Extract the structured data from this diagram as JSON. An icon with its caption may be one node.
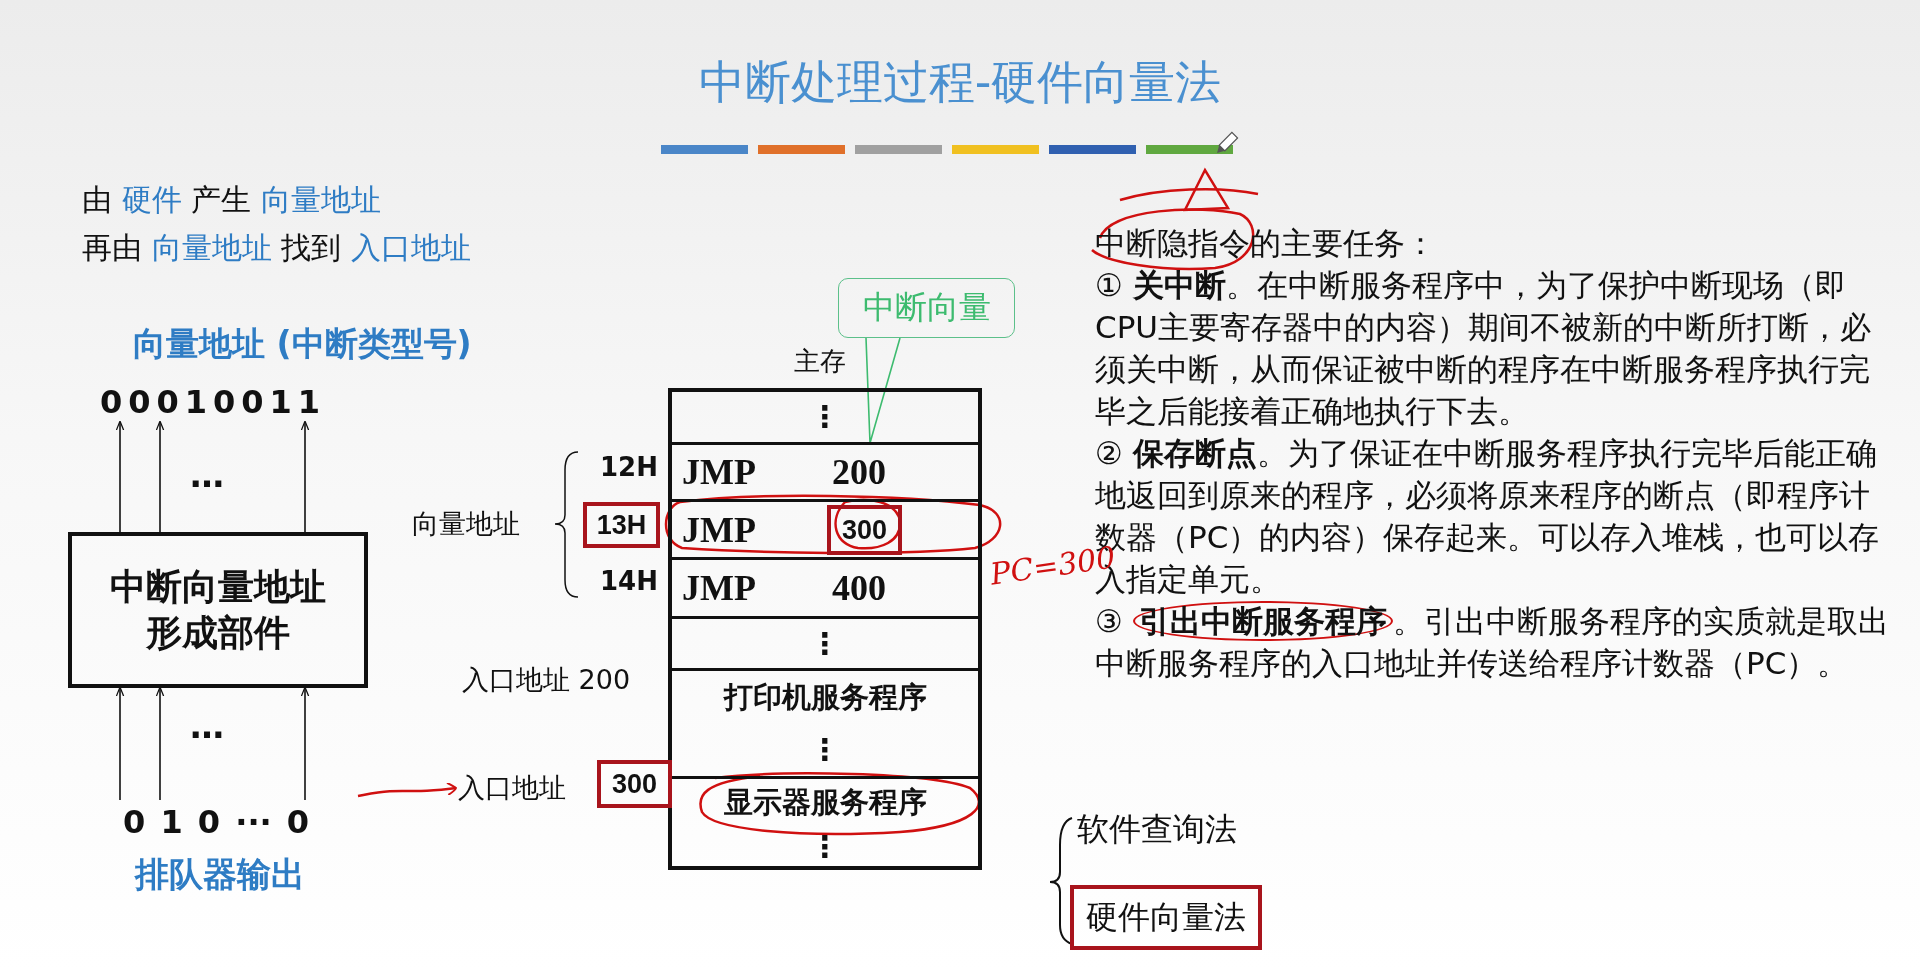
{
  "diagram": {
    "title": "中断处理过程-硬件向量法",
    "nodes": [
      {
        "text": [
          "00010011"
        ]
      },
      {
        "text": [
          "中断向量地址形成部件"
        ]
      },
      {
        "text": [
          "0 1 0 ··· 0"
        ]
      },
      {
        "text": [
          "中断向量"
        ]
      },
      {
        "text": [
          "主存"
        ]
      },
      {
        "text": [
          "⋮"
        ],
        "in": 4
      },
      {
        "text": [
          "JMP",
          "200"
        ],
        "in": 4
      },
      {
        "text": [
          "JMP"
        ],
        "in": 4
      },
      {
        "text": [
          "300"
        ],
        "in": 7
      },
      {
        "text": [
          "JMP",
          "400"
        ],
        "in": 4
      },
      {
        "text": [
          "⋮"
        ],
        "in": 4
      },
      {
        "text": [
          "打印机服务程序",
          "⋮"
        ],
        "in": 4
      },
      {
        "text": [
          "显示器服务程序",
          "⋮"
        ],
        "in": 4
      },
      {
        "text": [
          "13H"
        ]
      },
      {
        "text": [
          "入口地址"
        ]
      },
      {
        "text": [
          "300"
        ]
      },
      {
        "text": [
          "硬件向量法"
        ]
      }
    ],
    "edges": [
      {
        "from": 1,
        "to": 0,
        "arrow": "to"
      },
      {
        "from": 1,
        "to": 0,
        "arrow": "to"
      },
      {
        "from": 1,
        "to": 0,
        "arrow": "to"
      },
      {
        "from": 2,
        "to": 1,
        "arrow": "to"
      },
      {
        "from": 2,
        "to": 1,
        "arrow": "to"
      },
      {
        "from": 2,
        "to": 1,
        "arrow": "to"
      },
      {
        "from": 3,
        "to": 6,
        "arrow": "none",
        "color": "#3dbb6f"
      },
      {
        "from": null,
        "to": 14,
        "arrow": "to",
        "color": "#d01010"
      }
    ],
    "labels": [
      "由 **硬件** 产生 **向量地址**",
      "再由 **向量地址** 找到 **入口地址**",
      "向量地址 (中断类型号)",
      "…",
      "…",
      "排队器输出",
      "12H",
      "向量地址",
      "14H",
      "入口地址 200",
      "PC=300",
      "中断隐指令的主要任务：",
      "① **关中断**。在中断服务程序中，为了保护中断现场（即CPU主要寄存器中的内容）期间不被新的中断所打断，必须关中断，从而保证被中断的程序在中断服务程序执行完毕之后能接着正确地执行下去。",
      "② **保存断点**。为了保证在中断服务程序执行完毕后能正确地返回到原来的程序，必须将原来程序的断点（即程序计数器（PC）的内容）保存起来。可以存入堆栈，也可以存入指定单元。",
      "③ **引出中断服务程序**。引出中断服务程序的实质就是取出中断服务程序的入口地址并传送给程序计数器（PC）。",
      "软件查询法"
    ]
  }
}
